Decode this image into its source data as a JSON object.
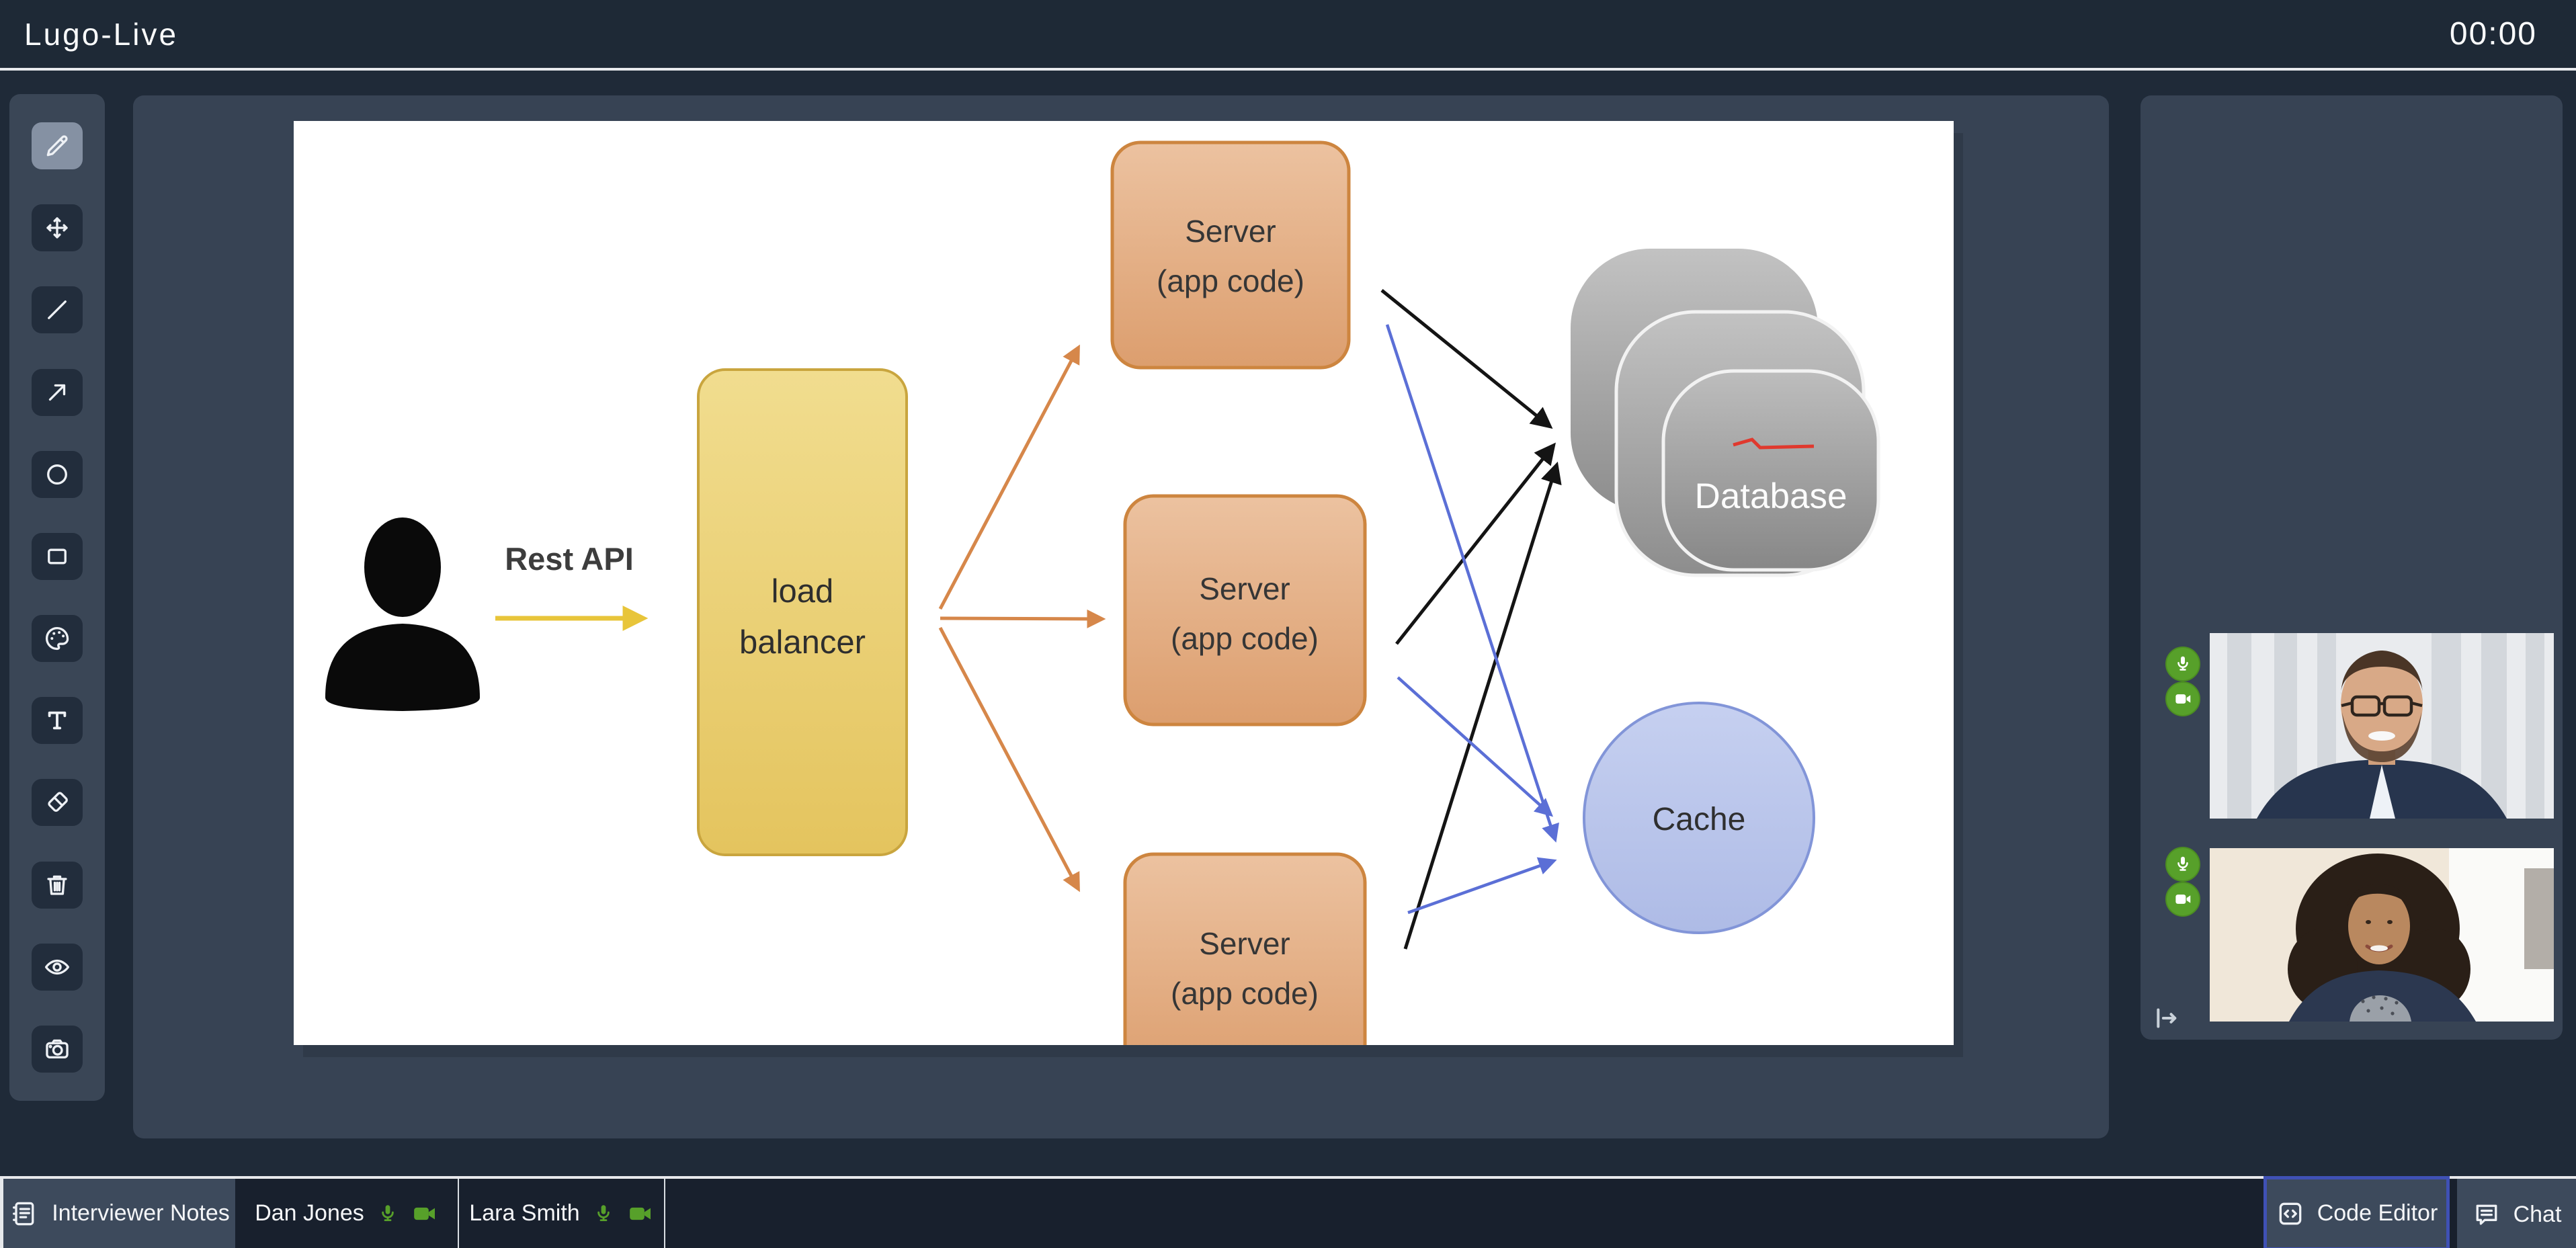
{
  "header": {
    "app_title": "Lugo-Live",
    "timer": "00:00"
  },
  "toolbar": {
    "tools": [
      {
        "id": "pen",
        "icon": "pencil-icon",
        "active": true
      },
      {
        "id": "move",
        "icon": "move-icon",
        "active": false
      },
      {
        "id": "line",
        "icon": "line-icon",
        "active": false
      },
      {
        "id": "arrow",
        "icon": "arrow-icon",
        "active": false
      },
      {
        "id": "ellipse",
        "icon": "circle-icon",
        "active": false
      },
      {
        "id": "rectangle",
        "icon": "rectangle-icon",
        "active": false
      },
      {
        "id": "color-palette",
        "icon": "palette-icon",
        "active": false
      },
      {
        "id": "text",
        "icon": "text-icon",
        "active": false
      },
      {
        "id": "eraser",
        "icon": "eraser-icon",
        "active": false
      },
      {
        "id": "clear",
        "icon": "trash-icon",
        "active": false
      },
      {
        "id": "visibility",
        "icon": "eye-icon",
        "active": false
      },
      {
        "id": "screenshot",
        "icon": "camera-icon",
        "active": false
      }
    ]
  },
  "whiteboard": {
    "rest_api_label": "Rest API",
    "load_balancer": {
      "line1": "load",
      "line2": "balancer"
    },
    "servers": [
      {
        "line1": "Server",
        "line2": "(app code)"
      },
      {
        "line1": "Server",
        "line2": "(app code)"
      },
      {
        "line1": "Server",
        "line2": "(app code)"
      }
    ],
    "database_label": "Database",
    "cache_label": "Cache"
  },
  "participants": [
    {
      "name": "Dan Jones",
      "mic_on": true,
      "camera_on": true
    },
    {
      "name": "Lara Smith",
      "mic_on": true,
      "camera_on": true
    }
  ],
  "bottom_bar": {
    "interviewer_notes_label": "Interviewer Notes",
    "code_editor_label": "Code Editor",
    "chat_label": "Chat"
  },
  "colors": {
    "accent_green": "#57a02a",
    "code_editor_border": "#3f51b5",
    "load_balancer_fill": "#ecd27a",
    "server_fill": "#e4ad7e",
    "cache_fill": "#bac6ec",
    "database_fill": "#a9a9a9",
    "arrow_yellow": "#e8c53a",
    "arrow_orange": "#d6874a",
    "arrow_blue": "#5b6fd6",
    "arrow_black": "#141414",
    "annotation_red": "#e0392e"
  }
}
